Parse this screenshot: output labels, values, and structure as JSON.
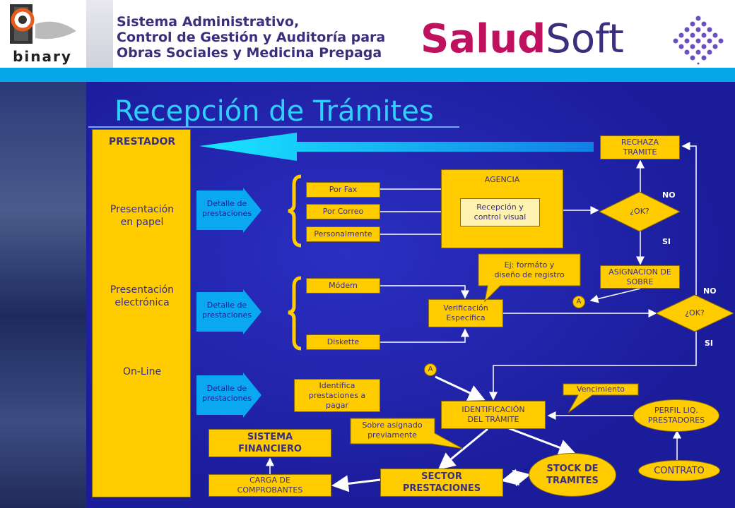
{
  "header": {
    "logo_text": "binary",
    "tagline_lines": [
      "Sistema Administrativo,",
      "Control de Gestión y Auditoría para",
      "Obras Sociales y Medicina Prepaga"
    ],
    "brand_part1": "Salud",
    "brand_part2": "Soft",
    "brand_color1": "#c0115f",
    "brand_color2": "#3a2f7d"
  },
  "title": "Recepción de Trámites",
  "prestador": {
    "title": "PRESTADOR",
    "papel": "Presentación en papel",
    "electronica": "Presentación electrónica",
    "online": "On-Line"
  },
  "detalle": [
    "Detalle de prestaciones",
    "Detalle de prestaciones",
    "Detalle de prestaciones"
  ],
  "channels": {
    "fax": "Por Fax",
    "correo": "Por Correo",
    "personal": "Personalmente",
    "modem": "Módem",
    "diskette": "Diskette",
    "identifica": "Identifica prestaciones a pagar"
  },
  "agencia": {
    "title": "AGENCIA",
    "recepcion": "Recepción y control visual"
  },
  "decisions": {
    "ok1": "¿OK?",
    "ok2": "¿OK?",
    "no1": "NO",
    "si1": "SI",
    "no2": "NO",
    "si2": "SI"
  },
  "boxes": {
    "rechaza": "RECHAZA TRAMITE",
    "asignacion": "ASIGNACION DE SOBRE",
    "verificacion": "Verificación Específica",
    "identificacion": "IDENTIFICACIÓN DEL TRÁMITE",
    "perfil": "PERFIL LIQ. PRESTADORES",
    "contrato": "CONTRATO",
    "stock": "STOCK DE TRAMITES",
    "sector": "SECTOR PRESTACIONES",
    "sistema": "SISTEMA FINANCIERO",
    "carga": "CARGA DE COMPROBANTES"
  },
  "connectors": {
    "a1": "A",
    "a2": "A"
  },
  "callouts": {
    "formato": "Ej: formáto y diseño de registro",
    "vencimiento": "Vencimiento",
    "sobre": "Sobre asignado previamente"
  },
  "colors": {
    "box_fill": "#ffcc00",
    "background": "#1b1c9a",
    "accent": "#06a6e8"
  }
}
